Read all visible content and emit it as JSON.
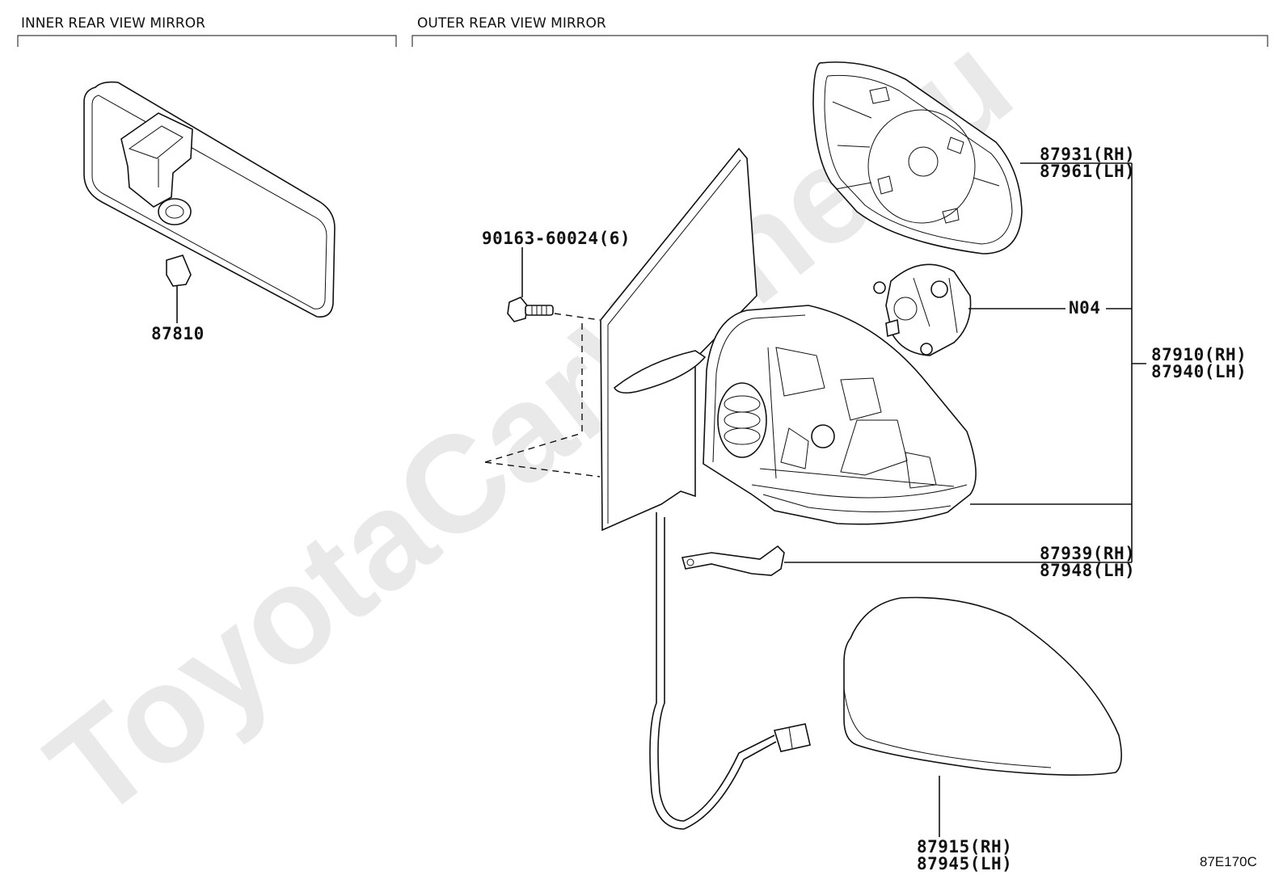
{
  "sections": {
    "inner": "INNER REAR VIEW MIRROR",
    "outer": "OUTER REAR VIEW MIRROR"
  },
  "callouts": {
    "inner_mirror": "87810",
    "bolt": "90163-60024(6)",
    "mirror_glass_rh": "87931(RH)",
    "mirror_glass_lh": "87961(LH)",
    "actuator": "N04",
    "mirror_assy_rh": "87910(RH)",
    "mirror_assy_lh": "87940(LH)",
    "bracket_rh": "87939(RH)",
    "bracket_lh": "87948(LH)",
    "cover_rh": "87915(RH)",
    "cover_lh": "87945(LH)"
  },
  "diagram_code": "87E170C",
  "watermark": "ToyotaCarWine.ru"
}
